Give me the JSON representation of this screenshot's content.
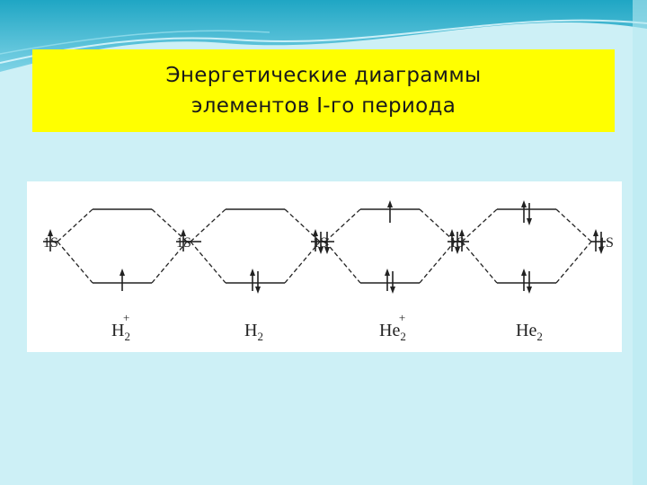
{
  "theme": {
    "background": "#cdf0f6",
    "title_fill": "#ffff00",
    "panel_fill": "#ffffff",
    "ink": "#222222"
  },
  "title": {
    "line1": "Энергетические диаграммы",
    "line2": "элементов I-го периода"
  },
  "diagram": {
    "diagrams": [
      {
        "molecule_base": "H",
        "subscript": "2",
        "superscript": "+",
        "left_atom": {
          "label": "1S",
          "electrons": "up"
        },
        "right_atom": {
          "label": "1S",
          "electrons": "none"
        },
        "bonding_orbital": "up",
        "antibonding_orbital": "empty"
      },
      {
        "molecule_base": "H",
        "subscript": "2",
        "superscript": "",
        "left_atom": {
          "label": "1S",
          "electrons": "up"
        },
        "right_atom": {
          "label": "1S",
          "electrons": "down"
        },
        "bonding_orbital": "pair",
        "antibonding_orbital": "empty"
      },
      {
        "molecule_base": "He",
        "subscript": "2",
        "superscript": "+",
        "left_atom": {
          "label": "1S",
          "electrons": "pair"
        },
        "right_atom": {
          "label": "1S",
          "electrons": "up"
        },
        "bonding_orbital": "pair",
        "antibonding_orbital": "up"
      },
      {
        "molecule_base": "He",
        "subscript": "2",
        "superscript": "",
        "left_atom": {
          "label": "1S",
          "electrons": "pair"
        },
        "right_atom": {
          "label": "1S",
          "electrons": "pair"
        },
        "bonding_orbital": "pair",
        "antibonding_orbital": "pair"
      }
    ]
  }
}
